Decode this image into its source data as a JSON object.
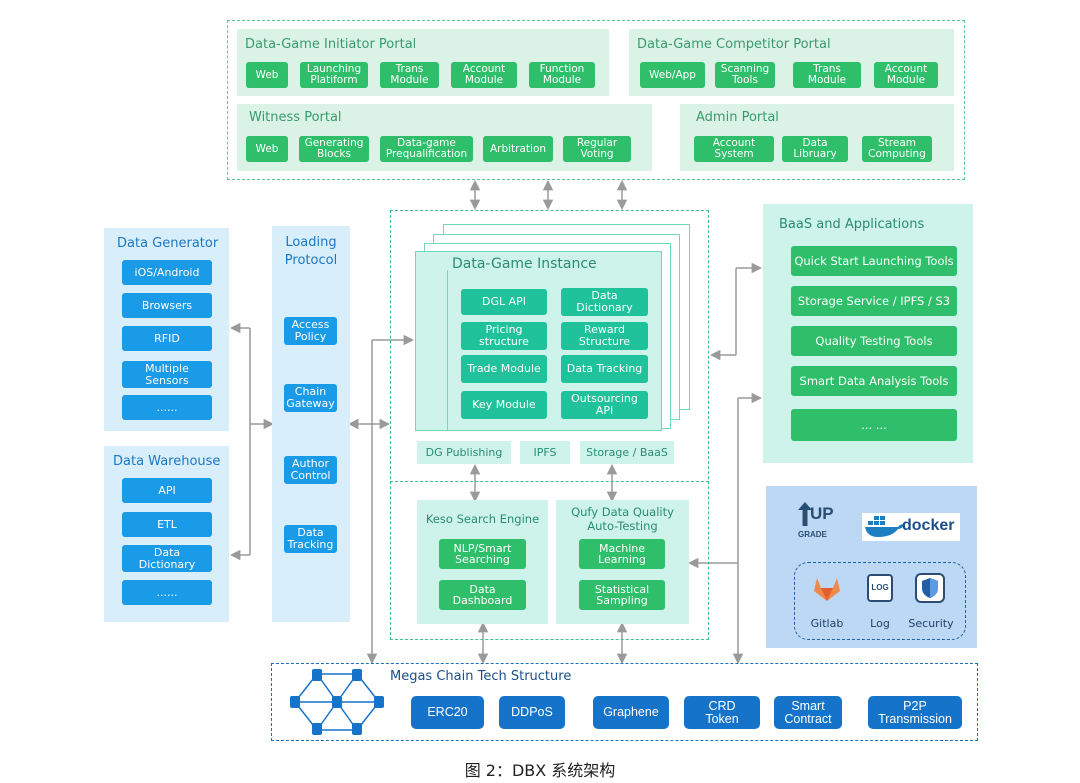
{
  "initiator_portal": {
    "title": "Data-Game Initiator Portal",
    "items": [
      "Web",
      "Launching\nPlatiform",
      "Trans\nModule",
      "Account\nModule",
      "Function\nModule"
    ]
  },
  "competitor_portal": {
    "title": "Data-Game Competitor Portal",
    "items": [
      "Web/App",
      "Scanning\nTools",
      "Trans\nModule",
      "Account\nModule"
    ]
  },
  "witness_portal": {
    "title": "Witness Portal",
    "items": [
      "Web",
      "Generating\nBlocks",
      "Data-game\nPrequalification",
      "Arbitration",
      "Regular\nVoting"
    ]
  },
  "admin_portal": {
    "title": "Admin Portal",
    "items": [
      "Account\nSystem",
      "Data\nLibruary",
      "Stream\nComputing"
    ]
  },
  "data_generator": {
    "title": "Data Generator",
    "items": [
      "iOS/Android",
      "Browsers",
      "RFID",
      "Multiple\nSensors",
      "......"
    ]
  },
  "data_warehouse": {
    "title": "Data Warehouse",
    "items": [
      "API",
      "ETL",
      "Data\nDictionary",
      "......"
    ]
  },
  "loading_protocol": {
    "title": "Loading\nProtocol",
    "items": [
      "Access\nPolicy",
      "Chain\nGateway",
      "Author\nControl",
      "Data\nTracking"
    ]
  },
  "data_game_instance": {
    "title": "Data-Game Instance",
    "items": [
      "DGL API",
      "Data\nDictionary",
      "Pricing\nstructure",
      "Reward\nStructure",
      "Trade Module",
      "Data Tracking",
      "Key Module",
      "Outsourcing\nAPI"
    ],
    "bottom": [
      "DG Publishing",
      "IPFS",
      "Storage / BaaS"
    ]
  },
  "keso": {
    "title": "Keso Search Engine",
    "items": [
      "NLP/Smart\nSearching",
      "Data\nDashboard"
    ]
  },
  "qufy": {
    "title": "Qufy Data Quality\nAuto-Testing",
    "items": [
      "Machine\nLearning",
      "Statistical\nSampling"
    ]
  },
  "baas": {
    "title": "BaaS and Applications",
    "items": [
      "Quick Start Launching Tools",
      "Storage Service / IPFS / S3",
      "Quality Testing Tools",
      "Smart Data Analysis Tools",
      "... ..."
    ]
  },
  "tools": {
    "upgrade_top": "UP",
    "upgrade_bottom": "GRADE",
    "docker": "docker",
    "items": [
      "Gitlab",
      "Log",
      "Security"
    ],
    "log_glyph": "LOG"
  },
  "megas": {
    "title": "Megas Chain Tech Structure",
    "items": [
      "ERC20",
      "DDPoS",
      "Graphene",
      "CRD\nToken",
      "Smart\nContract",
      "P2P\nTransmission"
    ]
  },
  "caption": "图 2：DBX 系统架构",
  "colors": {
    "green": "#2fbf6a",
    "teal": "#1fc29a",
    "blue": "#1a9be8",
    "navy": "#1574c9",
    "title_green": "#3a9a6b",
    "title_blue": "#1a78c2"
  }
}
